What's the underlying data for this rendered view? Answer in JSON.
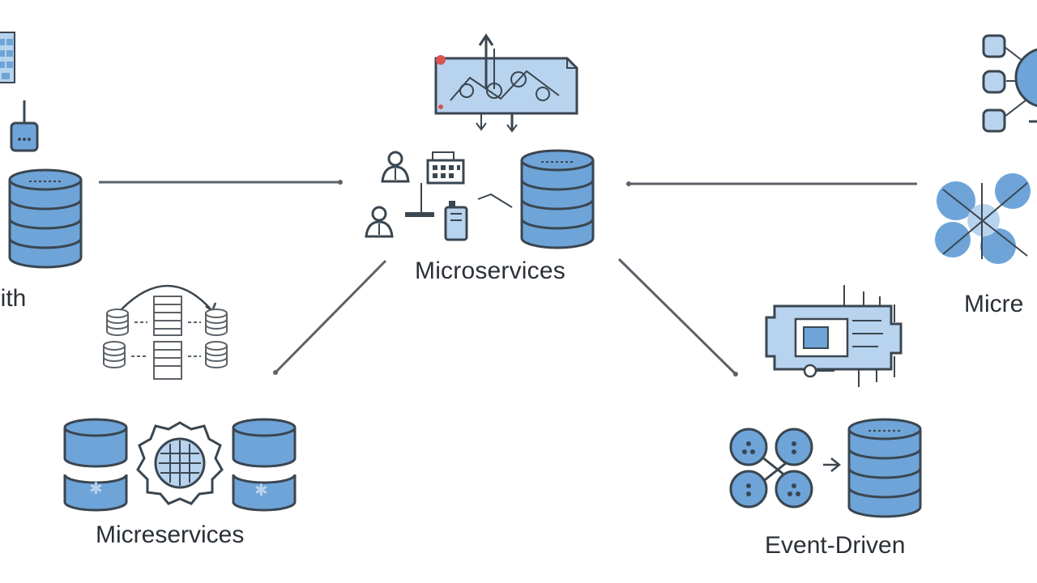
{
  "labels": {
    "center": "Microservices",
    "bottom_left": "Micreservices",
    "bottom_right": "Event-Driven",
    "right_clipped": "Micre",
    "left_clipped": "lith"
  },
  "colors": {
    "fill": "#6ea4d8",
    "fill_light": "#b8d3ee",
    "stroke": "#3a4650",
    "line": "#5b6268",
    "accent_red": "#d9534f",
    "text": "#2b3036"
  },
  "icons": [
    "database-icon",
    "server-rack-icon",
    "user-icon",
    "blueprint-icon",
    "network-hub-icon",
    "cluster-icon",
    "gear-network-icon",
    "circuit-board-icon",
    "event-nodes-icon"
  ]
}
